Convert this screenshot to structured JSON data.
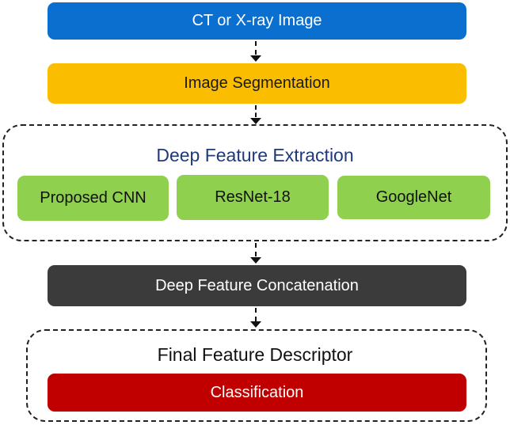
{
  "steps": {
    "input": {
      "label": "CT or X-ray Image",
      "color": "#0a6fcf"
    },
    "segmentation": {
      "label": "Image Segmentation",
      "color": "#fbbd00"
    },
    "concatenation": {
      "label": "Deep Feature Concatenation",
      "color": "#3b3b3b"
    },
    "classification": {
      "label": "Classification",
      "color": "#c00000"
    }
  },
  "feature_extraction": {
    "title": "Deep Feature Extraction",
    "title_color": "#1f3a7a",
    "model_color": "#8fd14f",
    "models": [
      "Proposed CNN",
      "ResNet-18",
      "GoogleNet"
    ]
  },
  "final_descriptor": {
    "title": "Final Feature Descriptor"
  }
}
